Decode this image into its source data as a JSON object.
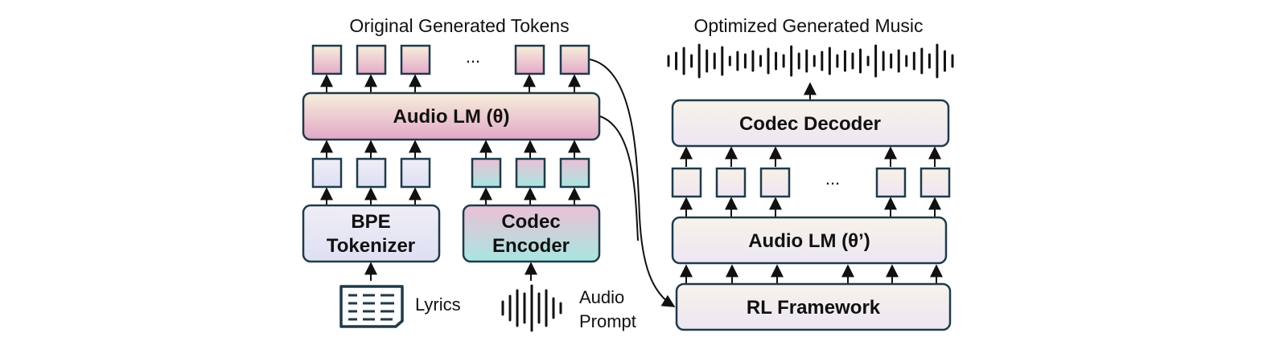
{
  "left": {
    "title": "Original Generated Tokens",
    "ellipsis": "...",
    "audio_lm": "Audio LM (θ)",
    "bpe_tokenizer": [
      "BPE",
      "Tokenizer"
    ],
    "codec_encoder": [
      "Codec",
      "Encoder"
    ],
    "lyrics_label": "Lyrics",
    "audio_prompt_label": [
      "Audio",
      "Prompt"
    ]
  },
  "right": {
    "title": "Optimized Generated Music",
    "codec_decoder": "Codec Decoder",
    "ellipsis": "...",
    "audio_lm": "Audio LM (θ’)",
    "rl_framework": "RL Framework"
  },
  "colors": {
    "stroke": "#1f3a4a",
    "pink": "#e4aac8",
    "cream": "#f7efdc",
    "lavender": "#e6e8f6",
    "teal": "#a8e6e0",
    "light_box": "#f3eef6"
  }
}
